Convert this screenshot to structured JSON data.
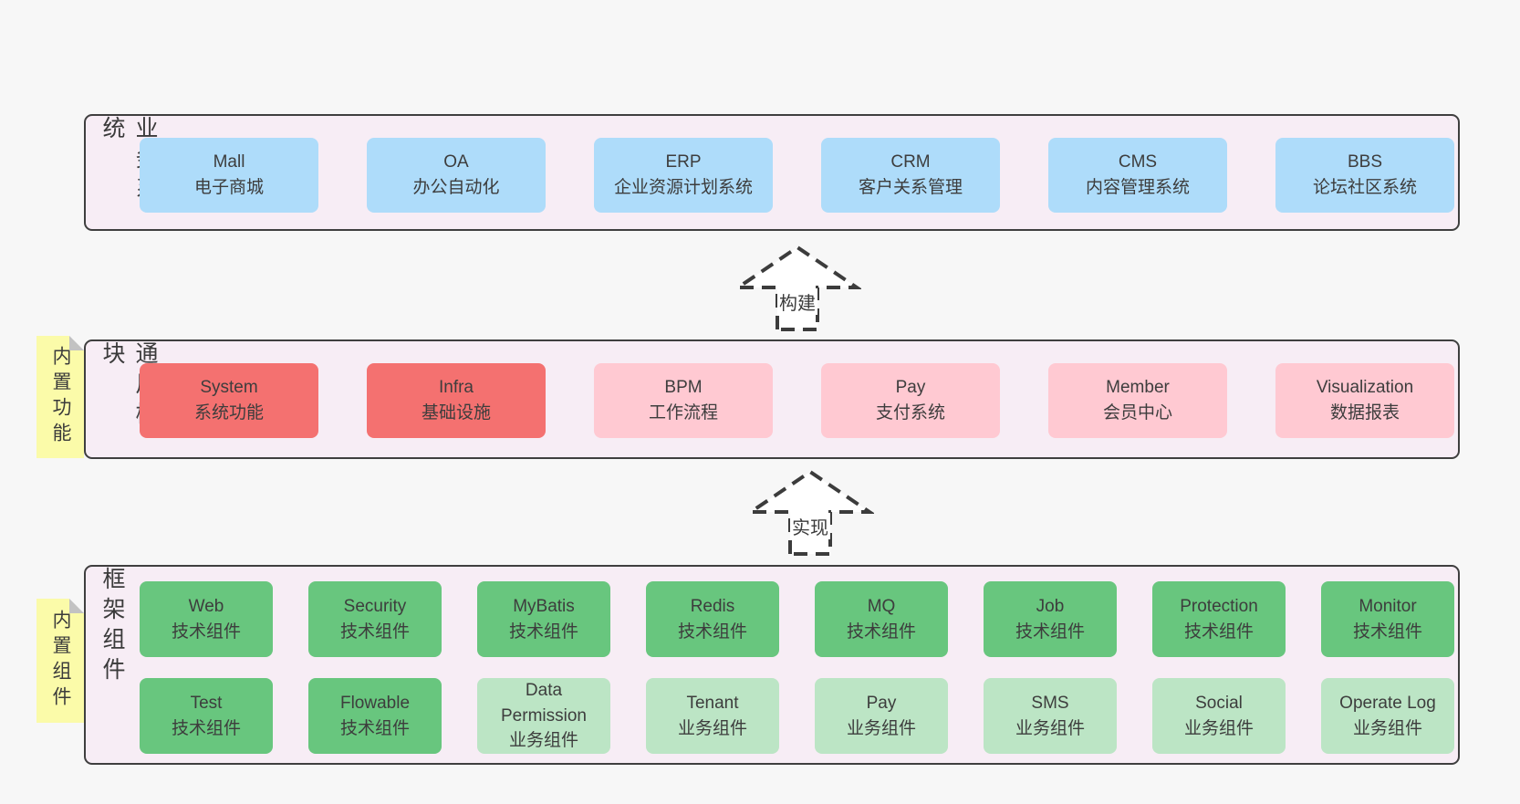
{
  "page": {
    "bg": "#f7f7f7",
    "text": "#3d3d3d"
  },
  "colors": {
    "band_bg": "#f7edf5",
    "band_border": "#3f3f3f",
    "blue": "#aedcfa",
    "red": "#f47170",
    "pink": "#ffc9d2",
    "green_dark": "#68c67e",
    "green_light": "#bce5c5",
    "note_yellow": "#fbfba9",
    "note_fold": "#c2c2c2",
    "arrow_stroke": "#3c3c3c",
    "arrow_fill": "#ffffff"
  },
  "arrows": [
    {
      "label": "构建"
    },
    {
      "label": "实现"
    }
  ],
  "bands": [
    {
      "label": "业务系统",
      "boxes": [
        {
          "title": "Mall",
          "subtitle": "电子商城"
        },
        {
          "title": "OA",
          "subtitle": "办公自动化"
        },
        {
          "title": "ERP",
          "subtitle": "企业资源计划系统"
        },
        {
          "title": "CRM",
          "subtitle": "客户关系管理"
        },
        {
          "title": "CMS",
          "subtitle": "内容管理系统"
        },
        {
          "title": "BBS",
          "subtitle": "论坛社区系统"
        }
      ]
    },
    {
      "label": "通用模块",
      "note": "内置功能",
      "boxes": [
        {
          "title": "System",
          "subtitle": "系统功能"
        },
        {
          "title": "Infra",
          "subtitle": "基础设施"
        },
        {
          "title": "BPM",
          "subtitle": "工作流程"
        },
        {
          "title": "Pay",
          "subtitle": "支付系统"
        },
        {
          "title": "Member",
          "subtitle": "会员中心"
        },
        {
          "title": "Visualization",
          "subtitle": "数据报表"
        }
      ]
    },
    {
      "label": "框架组件",
      "note": "内置组件",
      "rows": [
        [
          {
            "title": "Web",
            "subtitle": "技术组件"
          },
          {
            "title": "Security",
            "subtitle": "技术组件"
          },
          {
            "title": "MyBatis",
            "subtitle": "技术组件"
          },
          {
            "title": "Redis",
            "subtitle": "技术组件"
          },
          {
            "title": "MQ",
            "subtitle": "技术组件"
          },
          {
            "title": "Job",
            "subtitle": "技术组件"
          },
          {
            "title": "Protection",
            "subtitle": "技术组件"
          },
          {
            "title": "Monitor",
            "subtitle": "技术组件"
          }
        ],
        [
          {
            "title": "Test",
            "subtitle": "技术组件"
          },
          {
            "title": "Flowable",
            "subtitle": "技术组件"
          },
          {
            "title": "Data Permission",
            "subtitle": "业务组件"
          },
          {
            "title": "Tenant",
            "subtitle": "业务组件"
          },
          {
            "title": "Pay",
            "subtitle": "业务组件"
          },
          {
            "title": "SMS",
            "subtitle": "业务组件"
          },
          {
            "title": "Social",
            "subtitle": "业务组件"
          },
          {
            "title": "Operate Log",
            "subtitle": "业务组件"
          }
        ]
      ]
    }
  ]
}
